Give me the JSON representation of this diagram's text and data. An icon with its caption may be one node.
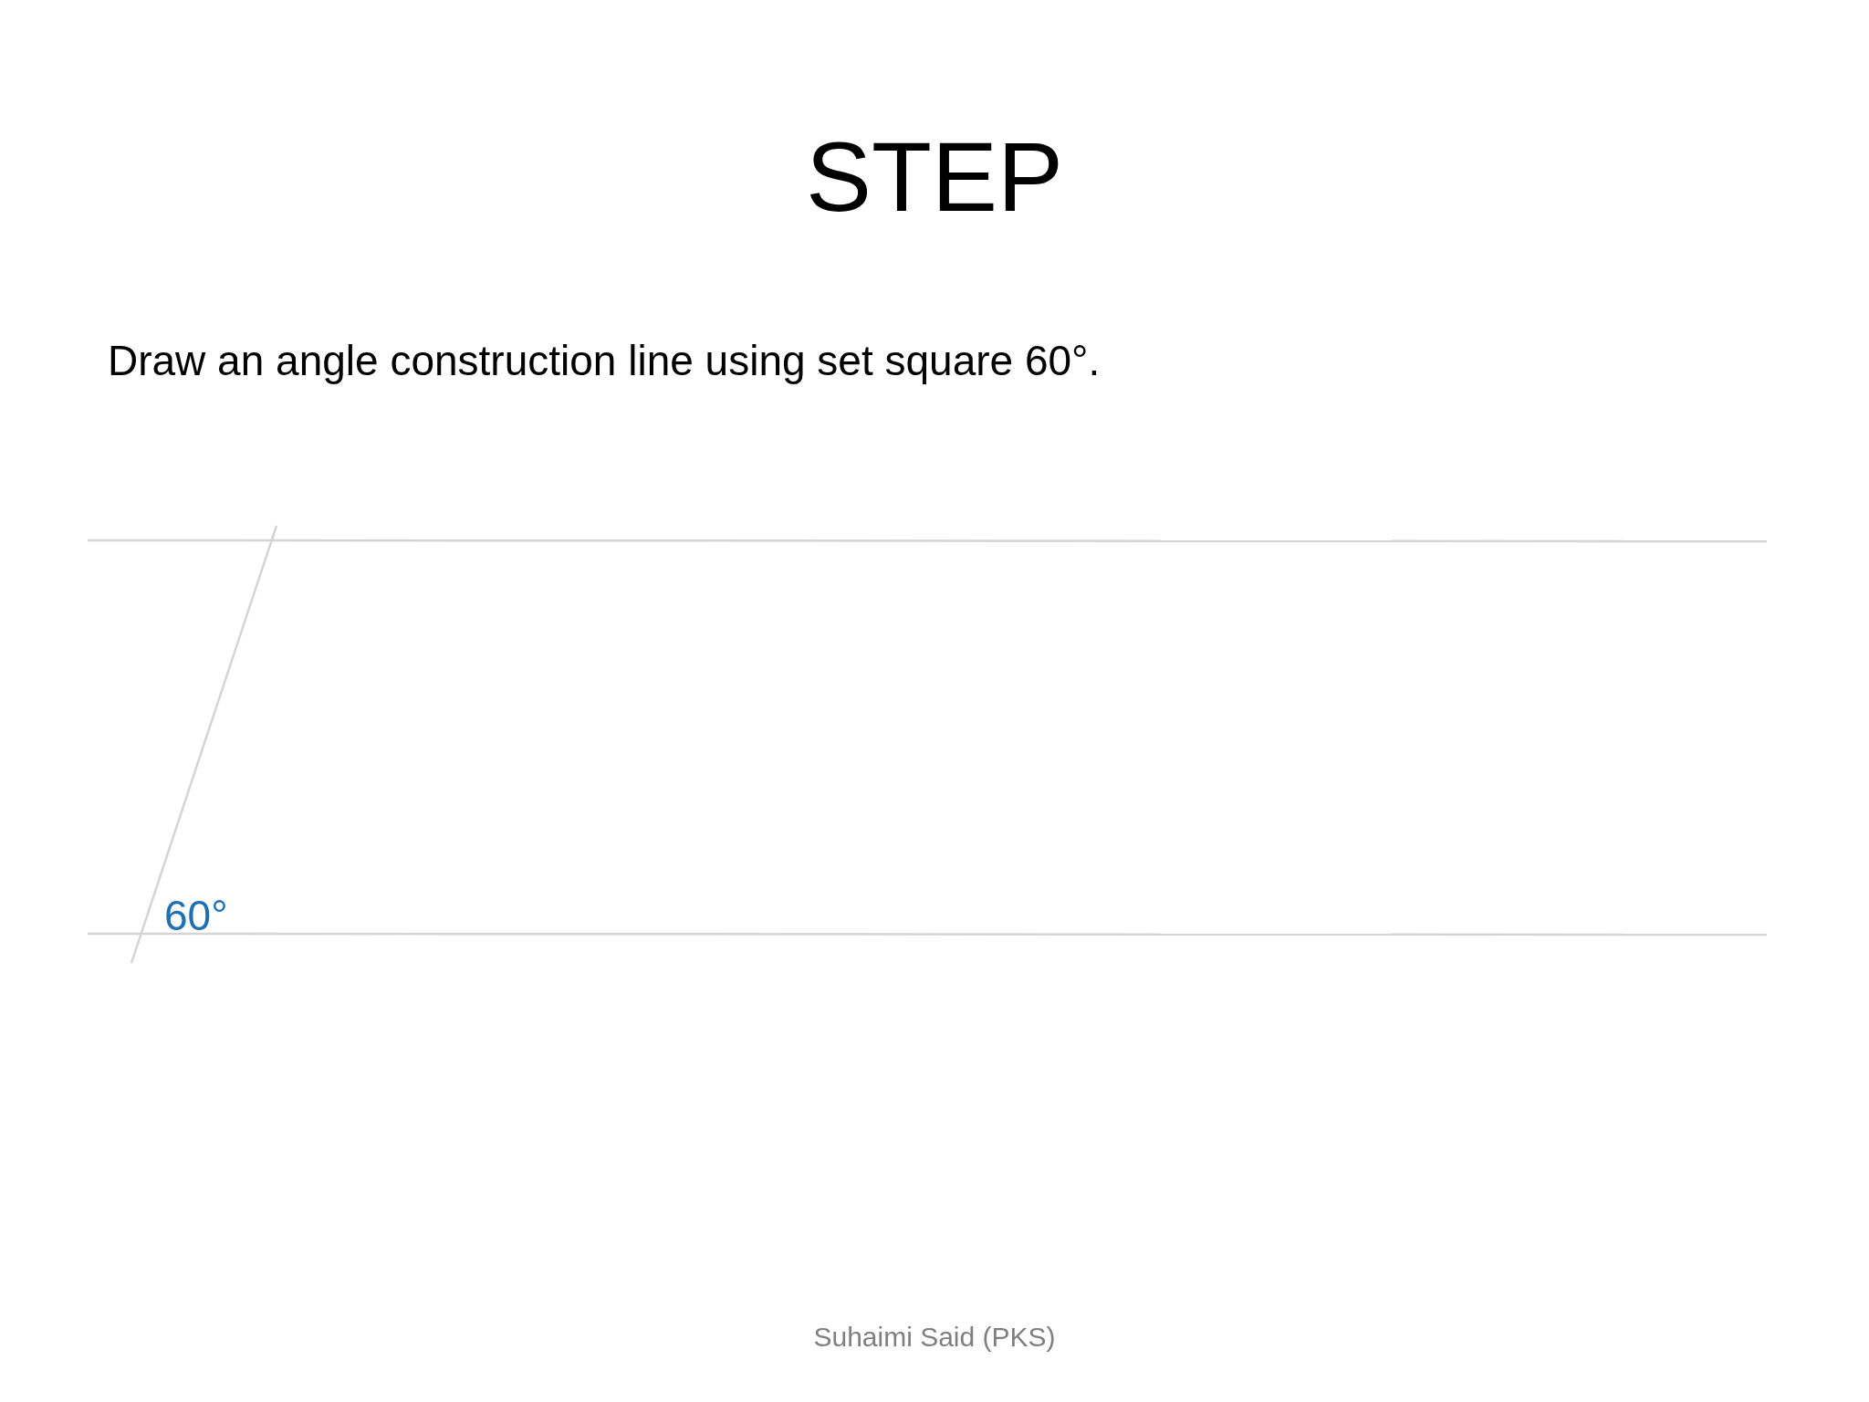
{
  "diagram": {
    "title": "STEP",
    "labels": [
      "Draw an angle construction line using set square 60°.",
      "60°",
      "Suhaimi Said (PKS)"
    ]
  }
}
